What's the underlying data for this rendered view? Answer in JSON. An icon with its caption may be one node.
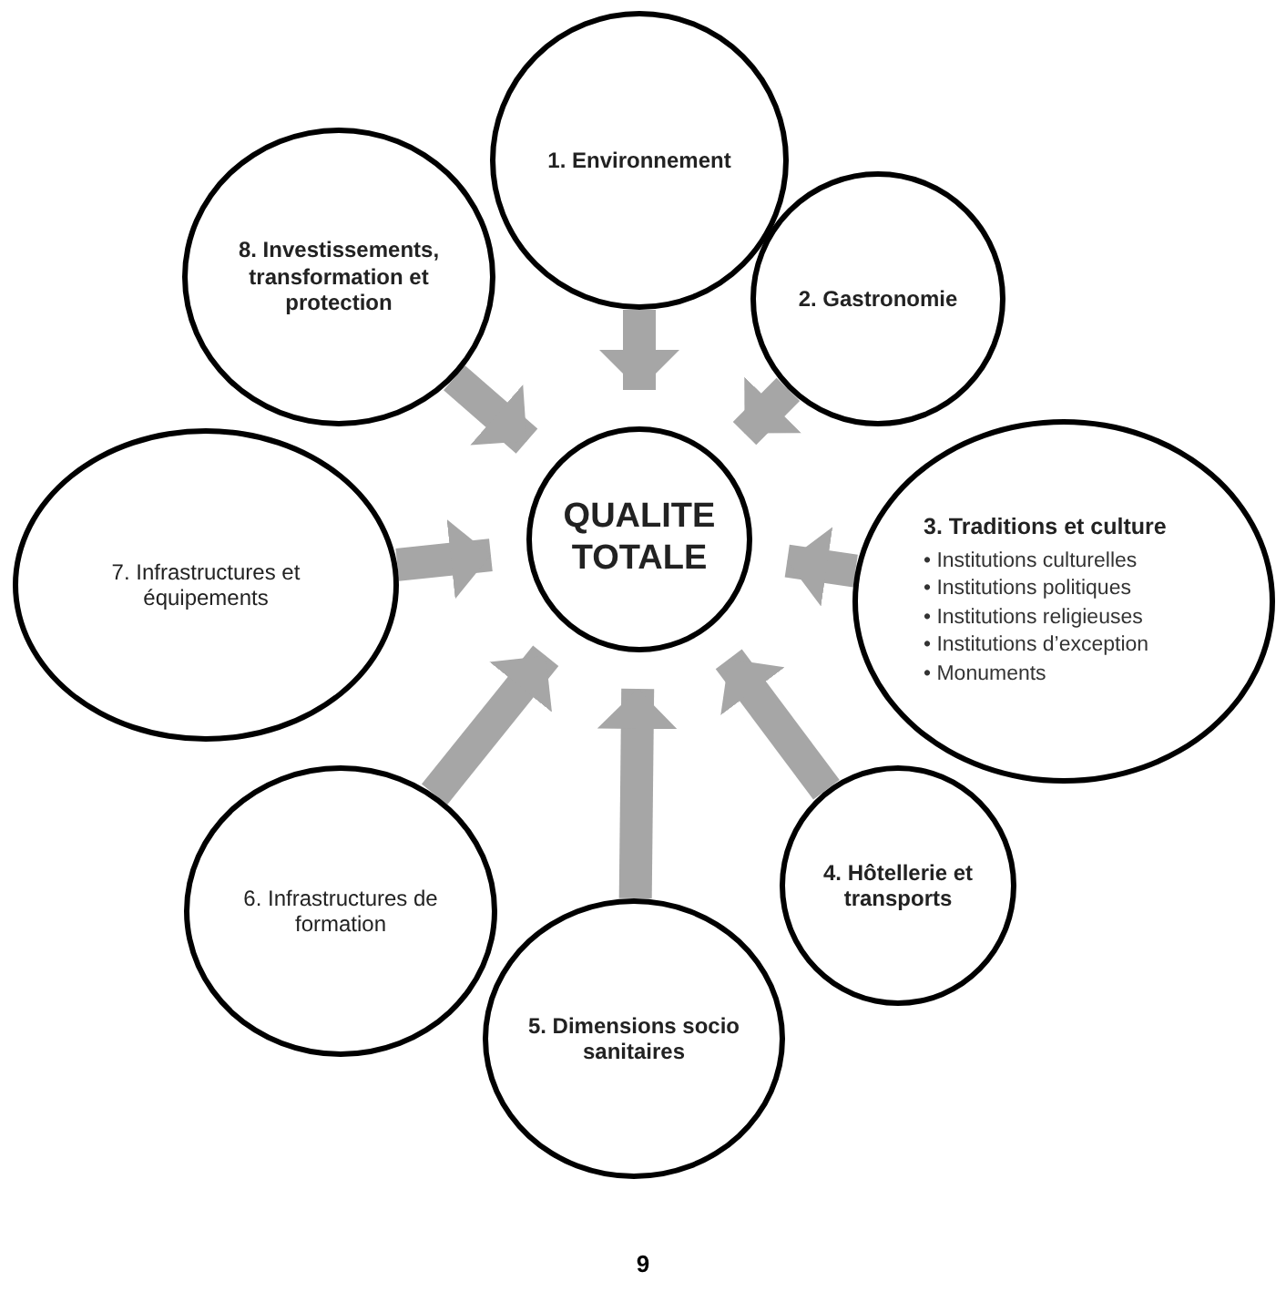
{
  "diagram": {
    "nodes": [
      {
        "text": [
          "1. Environnement"
        ]
      },
      {
        "text": [
          "2. Gastronomie"
        ]
      },
      {
        "text": [
          "3. Traditions et culture",
          "• Institutions culturelles",
          "• Institutions politiques",
          "• Institutions religieuses",
          "• Institutions d’exception",
          "• Monuments"
        ]
      },
      {
        "text": [
          "4. Hôtellerie et transports"
        ]
      },
      {
        "text": [
          "5. Dimensions socio sanitaires"
        ]
      },
      {
        "text": [
          "6. Infrastructures de formation"
        ]
      },
      {
        "text": [
          "7. Infrastructures et équipements"
        ]
      },
      {
        "text": [
          "8. Investissements, transformation et protection"
        ]
      },
      {
        "text": [
          "QUALITE TOTALE"
        ]
      }
    ],
    "edges": [
      {
        "from": 0,
        "to": 8,
        "arrow": "to"
      },
      {
        "from": 1,
        "to": 8,
        "arrow": "to"
      },
      {
        "from": 2,
        "to": 8,
        "arrow": "to"
      },
      {
        "from": 3,
        "to": 8,
        "arrow": "to"
      },
      {
        "from": 4,
        "to": 8,
        "arrow": "to"
      },
      {
        "from": 5,
        "to": 8,
        "arrow": "to"
      },
      {
        "from": 6,
        "to": 8,
        "arrow": "to"
      },
      {
        "from": 7,
        "to": 8,
        "arrow": "to"
      }
    ],
    "labels": [
      "9"
    ]
  }
}
